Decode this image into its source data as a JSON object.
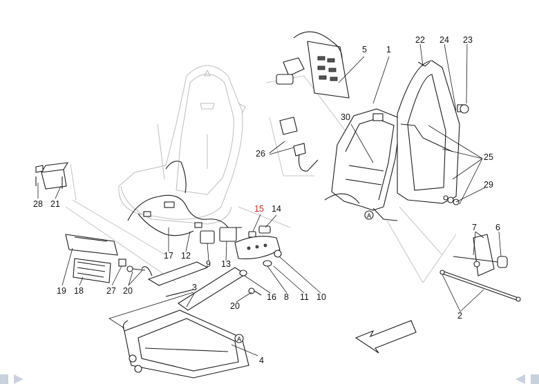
{
  "diagram": {
    "callouts": [
      {
        "id": "5",
        "text": "5",
        "highlight": false
      },
      {
        "id": "1",
        "text": "1",
        "highlight": false
      },
      {
        "id": "22",
        "text": "22",
        "highlight": false
      },
      {
        "id": "24",
        "text": "24",
        "highlight": false
      },
      {
        "id": "23",
        "text": "23",
        "highlight": false
      },
      {
        "id": "30",
        "text": "30",
        "highlight": false
      },
      {
        "id": "26",
        "text": "26",
        "highlight": false
      },
      {
        "id": "25",
        "text": "25",
        "highlight": false
      },
      {
        "id": "29",
        "text": "29",
        "highlight": false
      },
      {
        "id": "28",
        "text": "28",
        "highlight": false
      },
      {
        "id": "21",
        "text": "21",
        "highlight": false
      },
      {
        "id": "15",
        "text": "15",
        "highlight": true
      },
      {
        "id": "14",
        "text": "14",
        "highlight": false
      },
      {
        "id": "7",
        "text": "7",
        "highlight": false
      },
      {
        "id": "6",
        "text": "6",
        "highlight": false
      },
      {
        "id": "17",
        "text": "17",
        "highlight": false
      },
      {
        "id": "12",
        "text": "12",
        "highlight": false
      },
      {
        "id": "9",
        "text": "9",
        "highlight": false
      },
      {
        "id": "13",
        "text": "13",
        "highlight": false
      },
      {
        "id": "19",
        "text": "19",
        "highlight": false
      },
      {
        "id": "18",
        "text": "18",
        "highlight": false
      },
      {
        "id": "27",
        "text": "27",
        "highlight": false
      },
      {
        "id": "20a",
        "text": "20",
        "highlight": false
      },
      {
        "id": "3",
        "text": "3",
        "highlight": false
      },
      {
        "id": "16",
        "text": "16",
        "highlight": false
      },
      {
        "id": "8",
        "text": "8",
        "highlight": false
      },
      {
        "id": "11",
        "text": "11",
        "highlight": false
      },
      {
        "id": "10",
        "text": "10",
        "highlight": false
      },
      {
        "id": "20b",
        "text": "20",
        "highlight": false
      },
      {
        "id": "2",
        "text": "2",
        "highlight": false
      },
      {
        "id": "4",
        "text": "4",
        "highlight": false
      }
    ],
    "reference_marks": [
      "A",
      "A"
    ],
    "colors": {
      "line": "#1a1a1a",
      "ghost": "#bdbdbd",
      "highlight": "#d2231d",
      "nav": "#c9d2dc"
    }
  }
}
